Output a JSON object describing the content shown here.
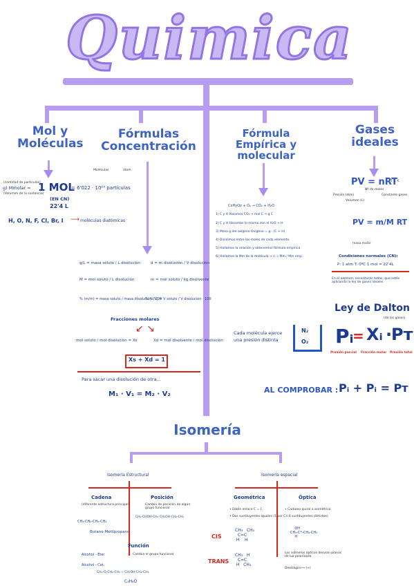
{
  "title": "Quimica",
  "sections": {
    "mol": {
      "heading": [
        "Mol y",
        "Moléculas"
      ],
      "note_top": "(cantidad de partículas)",
      "note_bottom": "(Volumen de la sustancia)",
      "mmolar_label": "g) Mmolar =",
      "one_mol": "1 MOL",
      "avogadro": "= 6'022 · 10²³ partículas",
      "en_cn": "(EN CN)",
      "liters": "22'4 L",
      "diatomic_list": "H, O, N, F, Cl, Br, I",
      "diatomic_label": "moléculas diatómicas",
      "moleculas": "Moléculas",
      "atom": "átom"
    },
    "formulas": {
      "heading": [
        "Fórmulas",
        "Concentración"
      ],
      "gl": "g/L = masa soluto / L disolución",
      "d": "d = m disolución / V disolución",
      "M": "M = mol soluto / L disolución",
      "m": "m = mol soluto / kg disolvente",
      "pct_mass": "% (m/m) = masa soluto / masa disolución · 100",
      "pct_vol": "% (V/V) = V soluto / V disolución · 100",
      "fracciones": "Fracciones molares",
      "xs": "mol soluto / mol disolución = Xs",
      "xd": "Xd = mol disolvente / mol disolución",
      "sum": "Xs + Xd = 1",
      "dilucion": "Para sacar una disolución de otra...",
      "dilucion_formula": "M₁ · V₁ = M₂ · V₂"
    },
    "empirica": {
      "heading": [
        "Fórmula",
        "Empírica y molecular"
      ],
      "combustion": "CxHyOz + O₂ → CO₂ + H₂O",
      "steps": [
        "1) C y H  Pasamos CO₂ → mol C → g C",
        "2) C y H  Hacemos lo mismo con el H₂O → H",
        "3) Masa g del oxígeno  Oxígeno = g - (C + H)",
        "4) Dividimos entre los moles de cada elemento",
        "5) Hallamos la relación y obtenemos fórmula empírica",
        "6) Hallamos la Mm de la molécula → n = Mm / Mm emp"
      ],
      "gas_note": [
        "Cada molécula ejerce",
        "una presión distinta"
      ],
      "n2": "N₂",
      "o2": "O₂"
    },
    "gases": {
      "heading": [
        "Gases",
        "ideales"
      ],
      "pv_nrt": "PV = nRT",
      "pv_notes": [
        "Nº de moles",
        "Presión (atm)",
        "Volumen (L)",
        "Constante gases",
        "T = K"
      ],
      "pv_mrt": "PV = m/M RT",
      "masa_label": "masa molar",
      "cn_title": "Condiciones normales (CN):",
      "cn_values": "P: 1 atm   T: 0ºC   1 mol = 22'4L",
      "exam_note": "En el examen, necesitarás todas, que estés aplicando la ley de gases ideales",
      "dalton": "Ley de Dalton",
      "dalton_sub": "(de los gases)",
      "formula_p": "Pᵢ",
      "formula_eq": "=",
      "formula_x": "Xᵢ",
      "formula_dot": "·",
      "formula_pt": "Pᴛ",
      "labels": [
        "Presión parcial",
        "Fracción molar",
        "Presión total"
      ],
      "comprobar": "AL COMPROBAR :",
      "comprobar_formula": "Pᵢ + Pᵢ = Pᴛ"
    },
    "isomeria": {
      "heading": "Isomería",
      "estructural": "Isomería Estructural",
      "espacial": "Isomería espacial",
      "cadena": "Cadena",
      "cadena_note": "(diferente estructura principal)",
      "cadena_example": "CH₃-CH₂-CH₂-CH₃",
      "butano": "Butano  Metilpropano",
      "posicion": "Posición",
      "posicion_note": "Cambio de posición de algún grupo funcional",
      "posicion_example": "CH₃-CHOH-CH₃   CH₂OH-CH₂-CH₃",
      "funcion": "Función",
      "funcion_note": "Cambia el grupo funcional",
      "alcohol": "Alcohol - Éter",
      "acetal": "Alcohol - Cet.",
      "funcion_example": "CH₃-O-CH₂-CH₃ = CH₃OH-CH₂-CH₃",
      "c3h8o": "C₃H₈O",
      "geometrica": "Geométrica",
      "geo_note1": "• Doble enlace C = C",
      "geo_note2": "• Dos sustituyentes iguales (1 por C)",
      "cis": "CIS",
      "trans": "TRANS",
      "optica": "Óptica",
      "opt_note1": "• Carbono quiral o asimétrico",
      "opt_note2": "(4 sustituyentes distintos)",
      "opt_note3": "Los isómeros ópticos desvían planos de luz polarizada",
      "opt_note4": "Dextrógiro → (+)"
    }
  }
}
